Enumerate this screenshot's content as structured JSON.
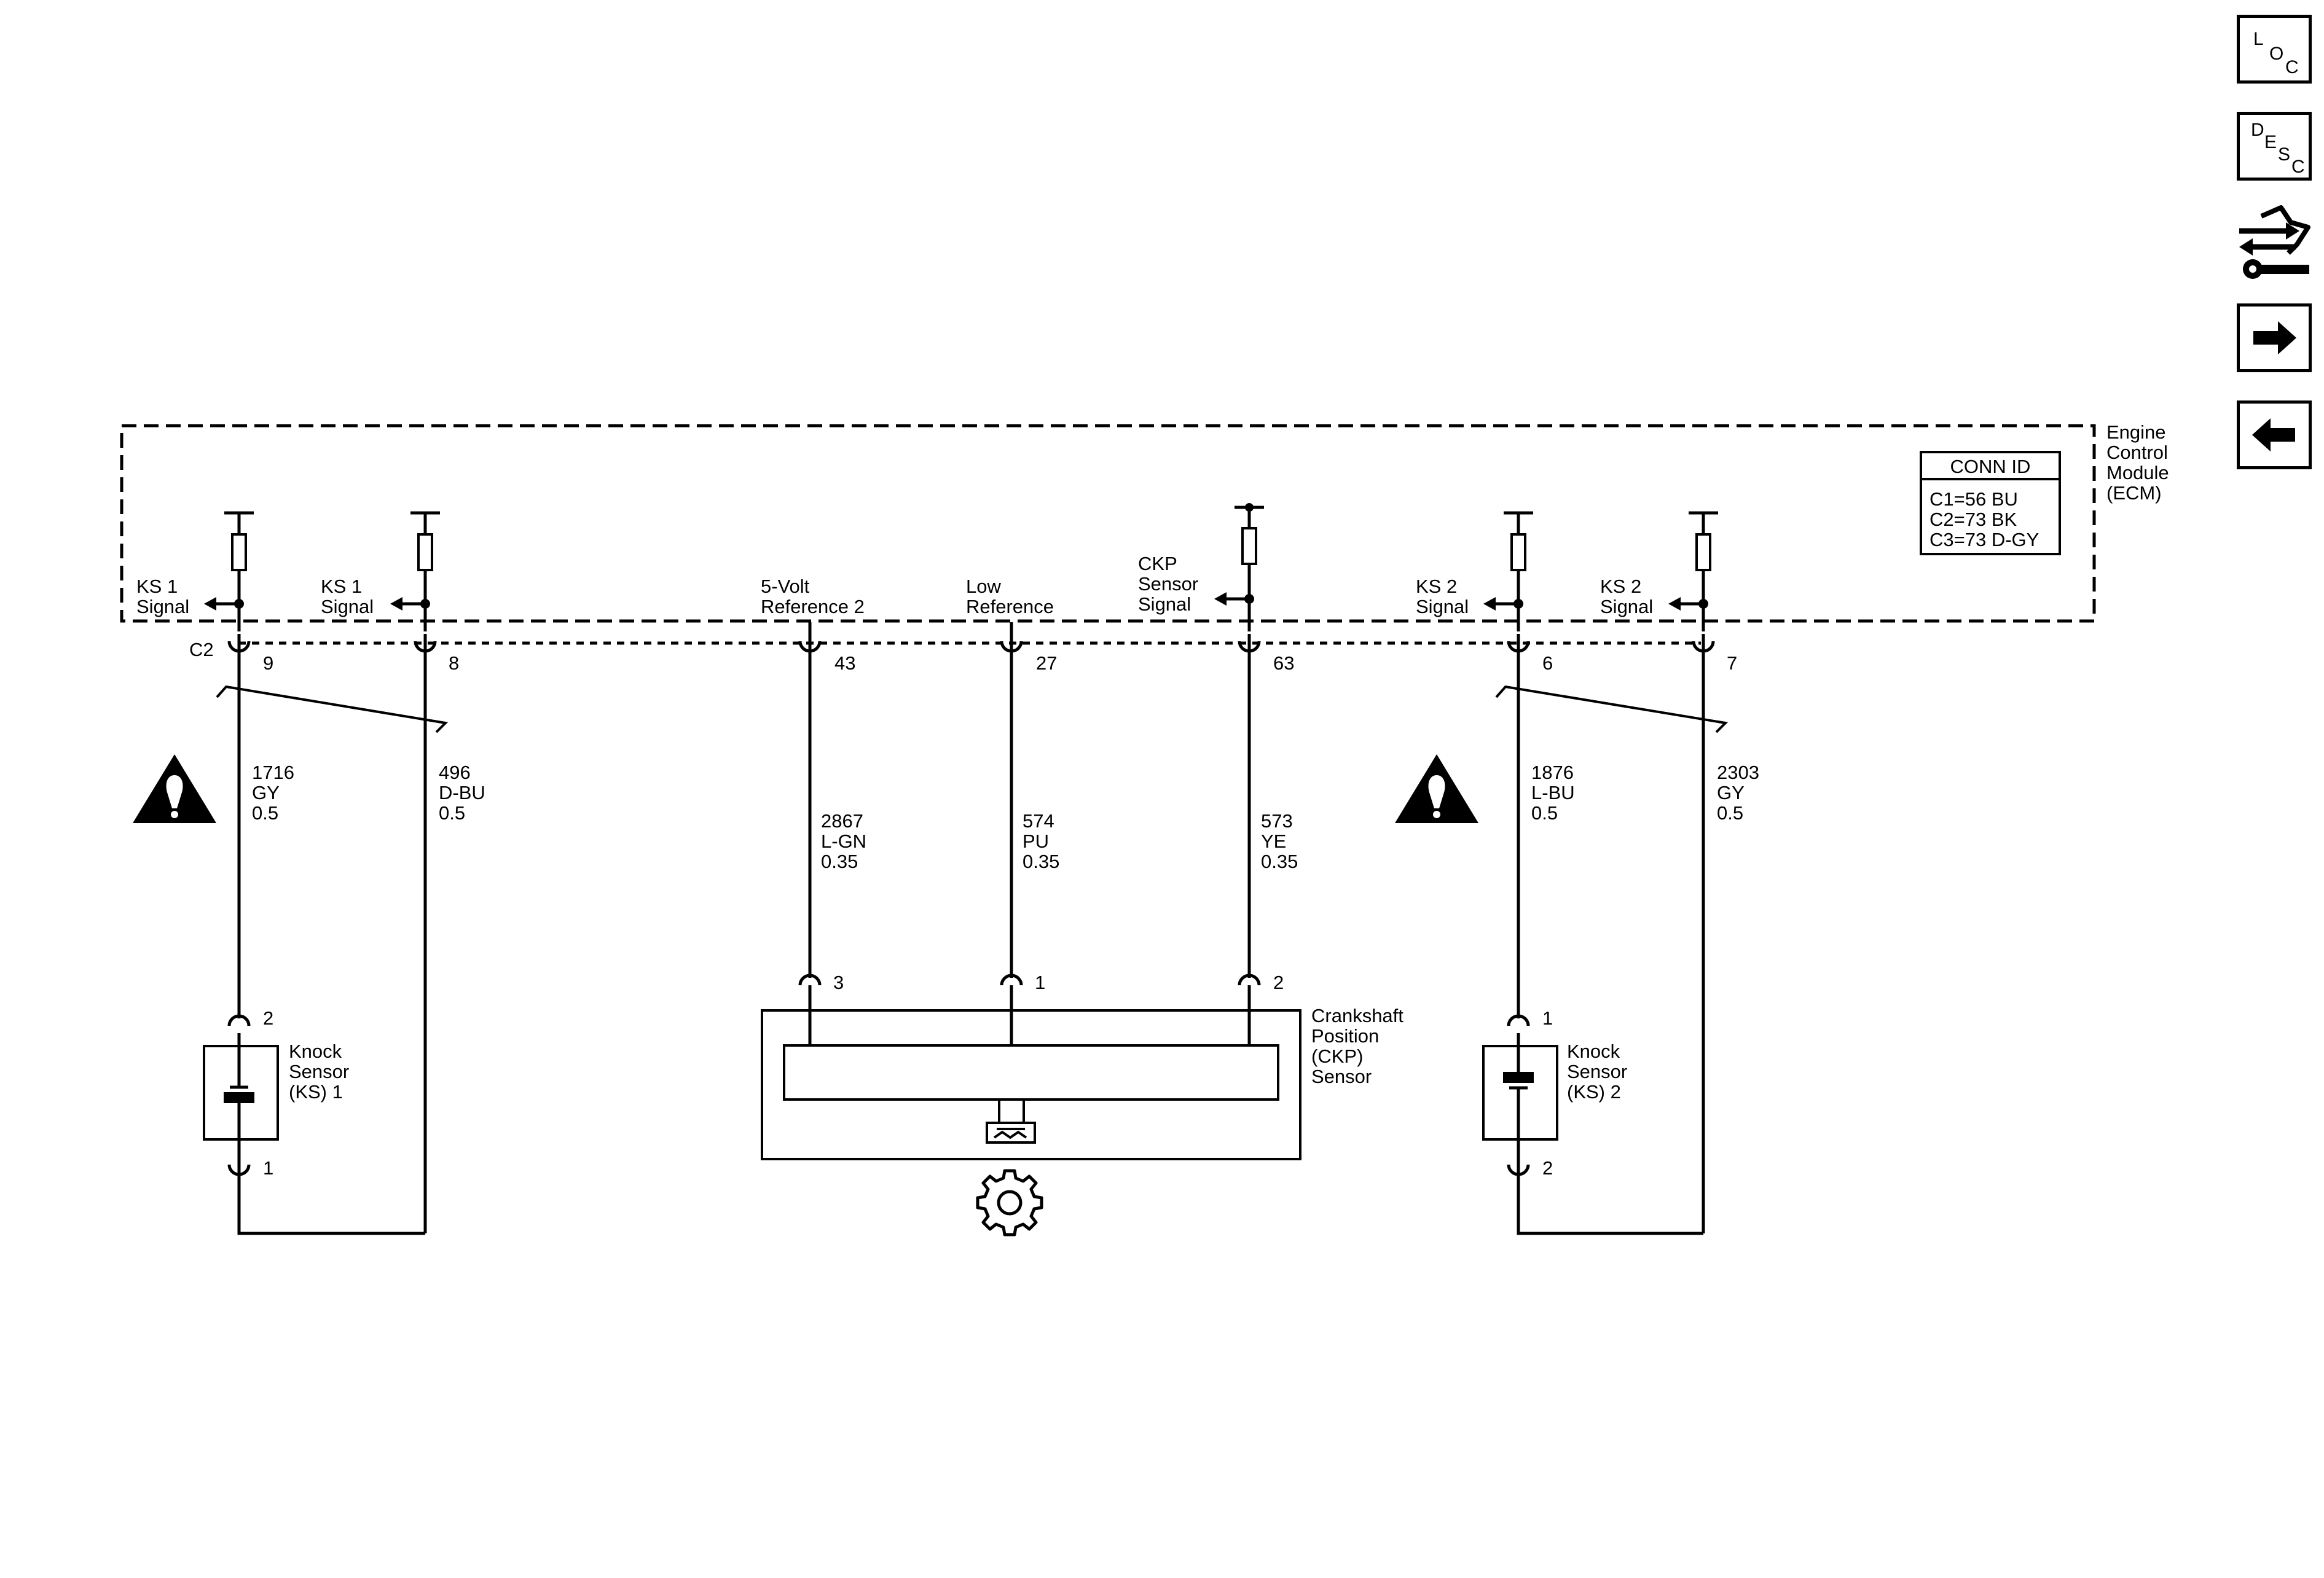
{
  "nav": {
    "loc": {
      "l1": "L",
      "l2": "O",
      "l3": "C"
    },
    "desc": {
      "l1": "D",
      "l2": "E",
      "l3": "S",
      "l4": "C"
    }
  },
  "ecm": {
    "name": [
      "Engine",
      "Control",
      "Module",
      "(ECM)"
    ],
    "conn_id": {
      "title": "CONN ID",
      "rows": [
        "C1=56 BU",
        "C2=73 BK",
        "C3=73 D-GY"
      ]
    },
    "connector": "C2"
  },
  "circuits": [
    {
      "label": [
        "KS 1",
        "Signal"
      ],
      "pin": "9",
      "wire": [
        "1716",
        "GY",
        "0.5"
      ]
    },
    {
      "label": [
        "KS 1",
        "Signal"
      ],
      "pin": "8",
      "wire": [
        "496",
        "D-BU",
        "0.5"
      ]
    },
    {
      "label": [
        "5-Volt",
        "Reference 2"
      ],
      "pin": "43",
      "wire": [
        "2867",
        "L-GN",
        "0.35"
      ]
    },
    {
      "label": [
        "Low",
        "Reference"
      ],
      "pin": "27",
      "wire": [
        "574",
        "PU",
        "0.35"
      ]
    },
    {
      "label": [
        "CKP",
        "Sensor",
        "Signal"
      ],
      "pin": "63",
      "wire": [
        "573",
        "YE",
        "0.35"
      ]
    },
    {
      "label": [
        "KS 2",
        "Signal"
      ],
      "pin": "6",
      "wire": [
        "1876",
        "L-BU",
        "0.5"
      ]
    },
    {
      "label": [
        "KS 2",
        "Signal"
      ],
      "pin": "7",
      "wire": [
        "2303",
        "GY",
        "0.5"
      ]
    }
  ],
  "knock_sensor_1": {
    "name": [
      "Knock",
      "Sensor",
      "(KS) 1"
    ],
    "pin_top": "2",
    "pin_bottom": "1"
  },
  "knock_sensor_2": {
    "name": [
      "Knock",
      "Sensor",
      "(KS) 2"
    ],
    "pin_top": "1",
    "pin_bottom": "2"
  },
  "ckp_sensor": {
    "name": [
      "Crankshaft",
      "Position",
      "(CKP)",
      "Sensor"
    ],
    "pins": [
      "3",
      "1",
      "2"
    ]
  }
}
